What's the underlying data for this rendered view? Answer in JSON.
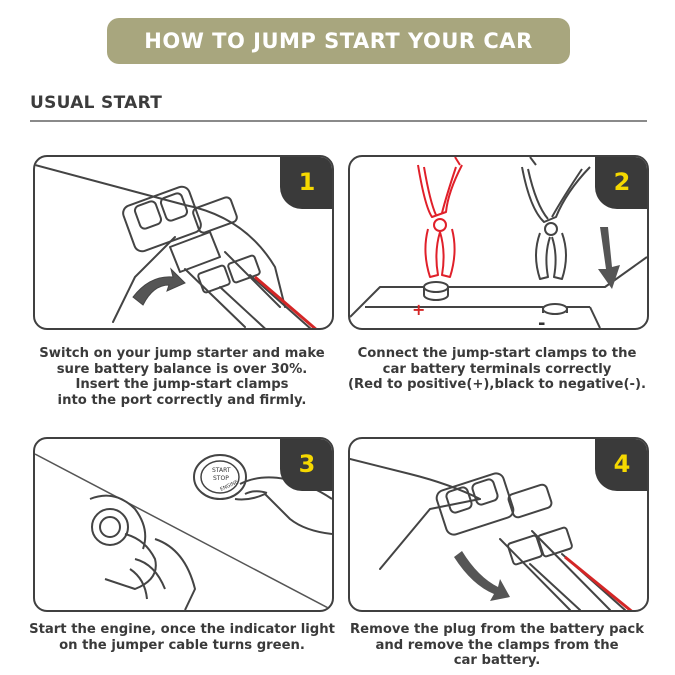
{
  "header": {
    "title": "HOW TO JUMP START YOUR CAR"
  },
  "section": {
    "title": "USUAL START"
  },
  "colors": {
    "banner": "#a8a67e",
    "badge": "#3a3a3a",
    "badge_number": "#f5d800",
    "red_clamp": "#e0202a"
  },
  "steps": [
    {
      "number": "1",
      "caption": [
        "Switch on your jump starter and make",
        "sure battery balance is over 30%.",
        "Insert the jump-start clamps",
        "into the port correctly and firmly."
      ]
    },
    {
      "number": "2",
      "caption": [
        "Connect the jump-start clamps to the",
        "car battery terminals correctly",
        "(Red to positive(+),black to negative(-)."
      ],
      "labels": {
        "positive": "+",
        "negative": "-"
      }
    },
    {
      "number": "3",
      "caption": [
        "Start the engine, once the indicator light",
        "on the jumper cable turns green."
      ],
      "labels": {
        "button_line1": "START",
        "button_line2": "STOP",
        "button_line3": "ENGINE"
      }
    },
    {
      "number": "4",
      "caption": [
        "Remove the plug from the battery pack",
        "and remove the clamps from the",
        "car battery."
      ]
    }
  ]
}
